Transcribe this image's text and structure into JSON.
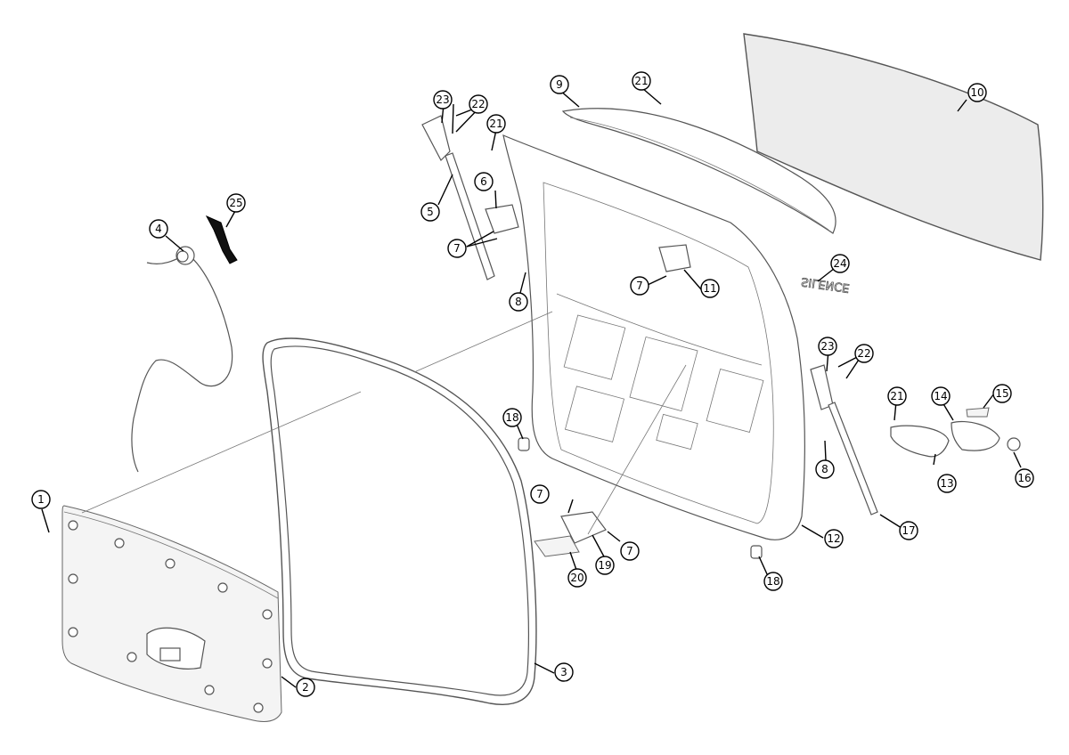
{
  "diagram": {
    "type": "exploded-parts-diagram",
    "subject": "Liftgate assembly",
    "emblem_text": "SILENCE",
    "callouts": [
      {
        "id": "c1",
        "label": "1"
      },
      {
        "id": "c2",
        "label": "2"
      },
      {
        "id": "c3",
        "label": "3"
      },
      {
        "id": "c4",
        "label": "4"
      },
      {
        "id": "c5",
        "label": "5"
      },
      {
        "id": "c6",
        "label": "6"
      },
      {
        "id": "c7a",
        "label": "7"
      },
      {
        "id": "c7b",
        "label": "7"
      },
      {
        "id": "c7c",
        "label": "7"
      },
      {
        "id": "c7d",
        "label": "7"
      },
      {
        "id": "c8a",
        "label": "8"
      },
      {
        "id": "c8b",
        "label": "8"
      },
      {
        "id": "c9",
        "label": "9"
      },
      {
        "id": "c10",
        "label": "10"
      },
      {
        "id": "c11",
        "label": "11"
      },
      {
        "id": "c12",
        "label": "12"
      },
      {
        "id": "c13",
        "label": "13"
      },
      {
        "id": "c14",
        "label": "14"
      },
      {
        "id": "c15",
        "label": "15"
      },
      {
        "id": "c16",
        "label": "16"
      },
      {
        "id": "c17",
        "label": "17"
      },
      {
        "id": "c18a",
        "label": "18"
      },
      {
        "id": "c18b",
        "label": "18"
      },
      {
        "id": "c19",
        "label": "19"
      },
      {
        "id": "c20",
        "label": "20"
      },
      {
        "id": "c21a",
        "label": "21"
      },
      {
        "id": "c21b",
        "label": "21"
      },
      {
        "id": "c21c",
        "label": "21"
      },
      {
        "id": "c22a",
        "label": "22"
      },
      {
        "id": "c22b",
        "label": "22"
      },
      {
        "id": "c23a",
        "label": "23"
      },
      {
        "id": "c23b",
        "label": "23"
      },
      {
        "id": "c24",
        "label": "24"
      },
      {
        "id": "c25",
        "label": "25"
      }
    ]
  }
}
